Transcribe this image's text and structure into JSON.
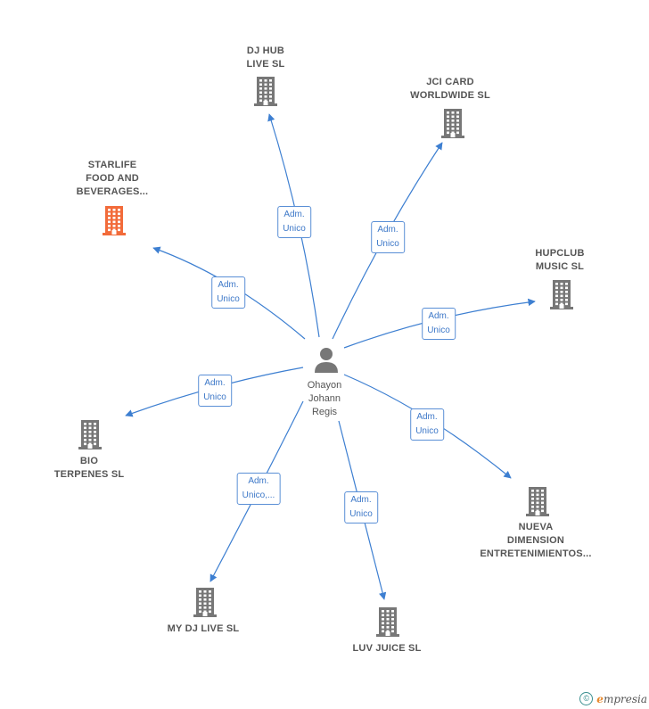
{
  "center_person": {
    "name_lines": [
      "Ohayon",
      "Johann",
      "Regis"
    ],
    "icon": "person-icon"
  },
  "companies": [
    {
      "id": "dj-hub-live",
      "lines": [
        "DJ HUB",
        "LIVE  SL"
      ],
      "icon": "building-icon",
      "color": "#777777",
      "role_lines": [
        "Adm.",
        "Unico"
      ]
    },
    {
      "id": "jci-card-worldwide",
      "lines": [
        "JCI CARD",
        "WORLDWIDE SL"
      ],
      "icon": "building-icon",
      "color": "#777777",
      "role_lines": [
        "Adm.",
        "Unico"
      ]
    },
    {
      "id": "starlife-food",
      "lines": [
        "STARLIFE",
        "FOOD AND",
        "BEVERAGES..."
      ],
      "icon": "building-icon",
      "color": "#f26b3a",
      "role_lines": [
        "Adm.",
        "Unico"
      ]
    },
    {
      "id": "hupclub-music",
      "lines": [
        "HUPCLUB",
        "MUSIC  SL"
      ],
      "icon": "building-icon",
      "color": "#777777",
      "role_lines": [
        "Adm.",
        "Unico"
      ]
    },
    {
      "id": "bio-terpenes",
      "lines": [
        "BIO",
        "TERPENES  SL"
      ],
      "icon": "building-icon",
      "color": "#777777",
      "role_lines": [
        "Adm.",
        "Unico"
      ]
    },
    {
      "id": "nueva-dimension",
      "lines": [
        "NUEVA",
        "DIMENSION",
        "ENTRETENIMIENTOS..."
      ],
      "icon": "building-icon",
      "color": "#777777",
      "role_lines": [
        "Adm.",
        "Unico"
      ]
    },
    {
      "id": "my-dj-live",
      "lines": [
        "MY DJ LIVE  SL"
      ],
      "icon": "building-icon",
      "color": "#777777",
      "role_lines": [
        "Adm.",
        "Unico,..."
      ]
    },
    {
      "id": "luv-juice",
      "lines": [
        "LUV JUICE  SL"
      ],
      "icon": "building-icon",
      "color": "#777777",
      "role_lines": [
        "Adm.",
        "Unico"
      ]
    }
  ],
  "colors": {
    "edge": "#3d7fd1",
    "highlight": "#f26b3a",
    "building": "#777777"
  },
  "footer": {
    "copyright_symbol": "©",
    "brand_initial": "e",
    "brand_rest": "mpresia"
  }
}
